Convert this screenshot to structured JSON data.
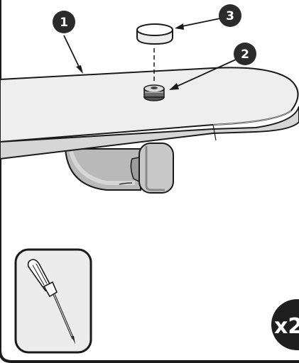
{
  "callouts": [
    {
      "label": "1"
    },
    {
      "label": "2"
    },
    {
      "label": "3"
    }
  ],
  "quantity_badge": {
    "label": "x2"
  },
  "tool_panel": {
    "icon": "screwdriver-icon"
  },
  "parts": {
    "desktop": "panel-1",
    "screw": "screw-2",
    "cap": "cap-3",
    "clamp": "clamp-icon"
  },
  "colors": {
    "outline": "#1a1a1a",
    "panel_fill": "#ececec",
    "board_top": "#ededed",
    "board_edge": "#d4d4d4",
    "clamp_fill": "#b5b5b5",
    "callout_fill": "#2b2b2b"
  }
}
